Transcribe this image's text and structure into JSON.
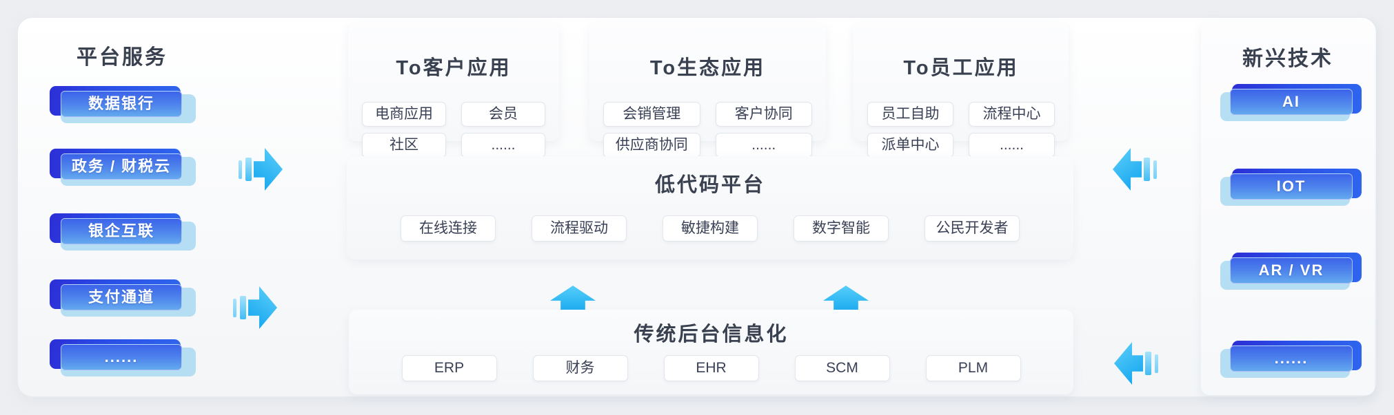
{
  "platform": {
    "title": "平台服务",
    "items": [
      {
        "label": "数据银行"
      },
      {
        "label": "政务 / 财税云"
      },
      {
        "label": "银企互联"
      },
      {
        "label": "支付通道"
      },
      {
        "label": "......"
      }
    ]
  },
  "top_cards": [
    {
      "title": "To客户应用",
      "tags": [
        "电商应用",
        "会员",
        "社区",
        "......"
      ]
    },
    {
      "title": "To生态应用",
      "tags": [
        "会销管理",
        "客户协同",
        "供应商协同",
        "......"
      ]
    },
    {
      "title": "To员工应用",
      "tags": [
        "员工自助",
        "流程中心",
        "派单中心",
        "......"
      ]
    }
  ],
  "low_code_platform": {
    "title": "低代码平台",
    "tags": [
      "在线连接",
      "流程驱动",
      "敏捷构建",
      "数字智能",
      "公民开发者"
    ]
  },
  "legacy_backoffice": {
    "title": "传统后台信息化",
    "tags": [
      "ERP",
      "财务",
      "EHR",
      "SCM",
      "PLM"
    ]
  },
  "emerging_tech": {
    "title": "新兴技术",
    "items": [
      {
        "label": "AI"
      },
      {
        "label": "IOT"
      },
      {
        "label": "AR / VR"
      },
      {
        "label": "......"
      }
    ]
  },
  "colors": {
    "accent_dark_blue": "#2c2ed6",
    "accent_blue": "#3b63e9",
    "accent_light_blue": "#a9d9f2",
    "arrow_cyan": "#14a7f0",
    "text_dark": "#39404f"
  }
}
